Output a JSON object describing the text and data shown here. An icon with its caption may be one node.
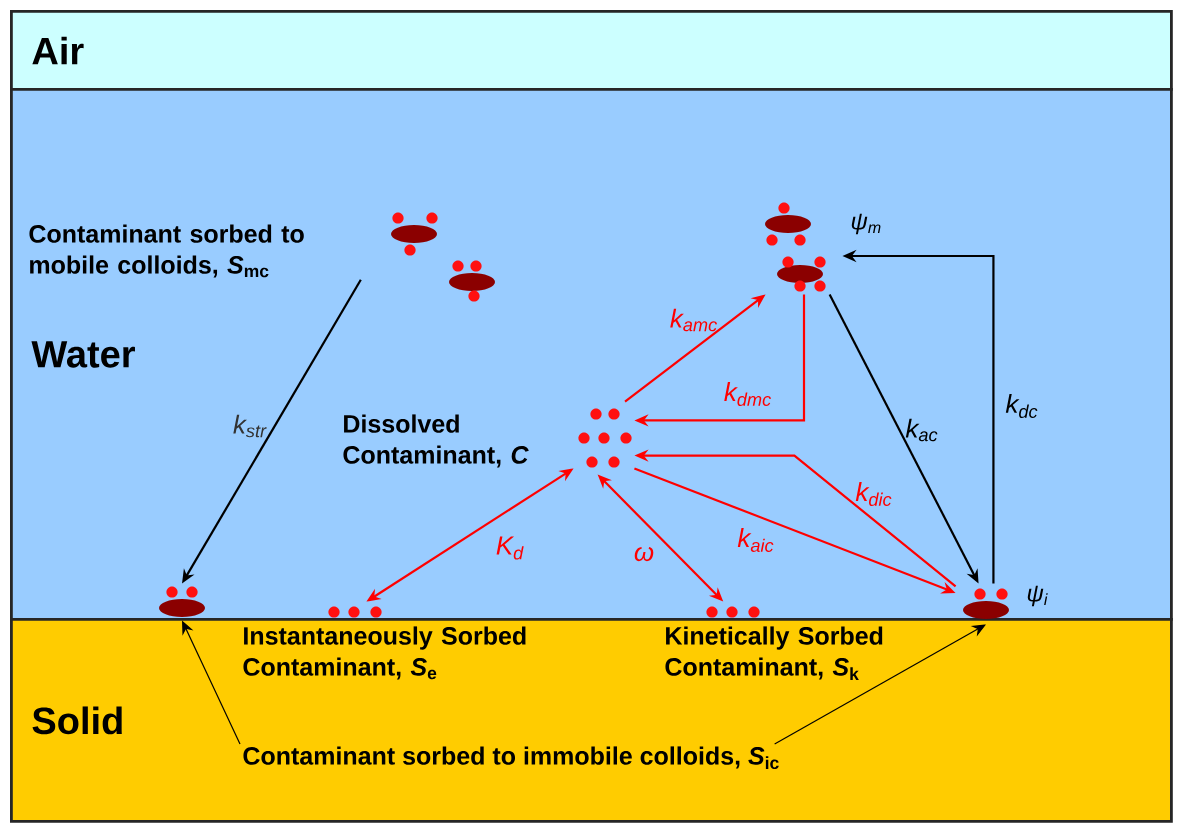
{
  "diagram": {
    "nodes": [
      {
        "text": [
          "Air"
        ]
      },
      {
        "text": [
          "Water"
        ]
      },
      {
        "text": [
          "Solid"
        ]
      },
      {
        "text": [
          "Contaminant sorbed to mobile colloids, *S*$_{mc}$"
        ],
        "in": 1
      },
      {
        "text": [],
        "shape": "ellipse",
        "in": 1
      },
      {
        "text": [],
        "shape": "dots",
        "beside": [
          "Dissolved Contaminant, *C*"
        ],
        "in": 1
      },
      {
        "text": [],
        "shape": "ellipse",
        "beside": [
          "ψ$_{m}$"
        ],
        "in": 1
      },
      {
        "text": [],
        "shape": "dots",
        "beside": [
          "Instantaneously Sorbed Contaminant, *S*$_{e}$"
        ],
        "in": 1
      },
      {
        "text": [],
        "shape": "dots",
        "beside": [
          "Kinetically Sorbed Contaminant, *S*$_{k}$"
        ],
        "in": 1
      },
      {
        "text": [],
        "shape": "ellipse",
        "beside": [
          "ψ$_{i}$"
        ],
        "in": 1
      },
      {
        "text": [
          "Contaminant sorbed to immobile colloids, *S*$_{ic}$"
        ],
        "in": 2
      }
    ],
    "edges": [
      {
        "from": 3,
        "to": 4,
        "arrow": "to",
        "label": "k$_{str}$",
        "color": "#000000"
      },
      {
        "from": 5,
        "to": 7,
        "arrow": "both",
        "label": "K$_{d}$",
        "color": "#ff0000"
      },
      {
        "from": 5,
        "to": 8,
        "arrow": "both",
        "label": "ω",
        "color": "#ff0000"
      },
      {
        "from": 5,
        "to": 6,
        "arrow": "to",
        "label": "k$_{amc}$",
        "color": "#ff0000"
      },
      {
        "from": 6,
        "to": 5,
        "arrow": "to",
        "label": "k$_{dmc}$",
        "color": "#ff0000"
      },
      {
        "from": 9,
        "to": 5,
        "arrow": "to",
        "label": "k$_{dic}$",
        "color": "#ff0000"
      },
      {
        "from": 5,
        "to": 9,
        "arrow": "to",
        "label": "k$_{aic}$",
        "color": "#ff0000"
      },
      {
        "from": 6,
        "to": 9,
        "arrow": "to",
        "label": "k$_{ac}$",
        "color": "#000000"
      },
      {
        "from": 9,
        "to": 6,
        "arrow": "to",
        "label": "k$_{dc}$",
        "color": "#000000"
      },
      {
        "from": 10,
        "to": 4,
        "arrow": "to",
        "color": "#000000"
      },
      {
        "from": 10,
        "to": 9,
        "arrow": "to",
        "color": "#000000"
      }
    ]
  }
}
